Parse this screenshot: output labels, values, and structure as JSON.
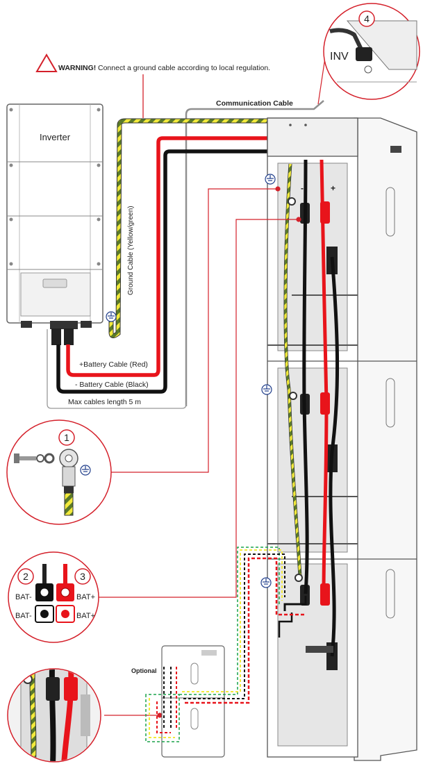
{
  "warning": {
    "label": "WARNING!",
    "text": "Connect a ground cable according to local regulation."
  },
  "labels": {
    "communication_cable": "Communication Cable",
    "inverter": "Inverter",
    "ground_cable": "Ground Cable (Yellow/green)",
    "battery_pos": "+Battery Cable (Red)",
    "battery_neg": "- Battery Cable (Black)",
    "max_length": "Max cables length 5 m",
    "optional": "Optional",
    "inv": "INV",
    "minus": "-",
    "plus": "+"
  },
  "callouts": {
    "step1": "1",
    "step2": "2",
    "step3": "3",
    "step4": "4",
    "bat_minus_top": "BAT-",
    "bat_minus_bottom": "BAT-",
    "bat_plus_top": "BAT+",
    "bat_plus_bottom": "BAT+"
  },
  "colors": {
    "red": "#e8141b",
    "black": "#111111",
    "ground_green": "#5a7a2a",
    "ground_yellow": "#f3ea3c",
    "callout_border": "#d4202a",
    "step_number": "#1f3d8a"
  },
  "icons": [
    "warning-icon",
    "ground-icon",
    "logo-icon"
  ]
}
